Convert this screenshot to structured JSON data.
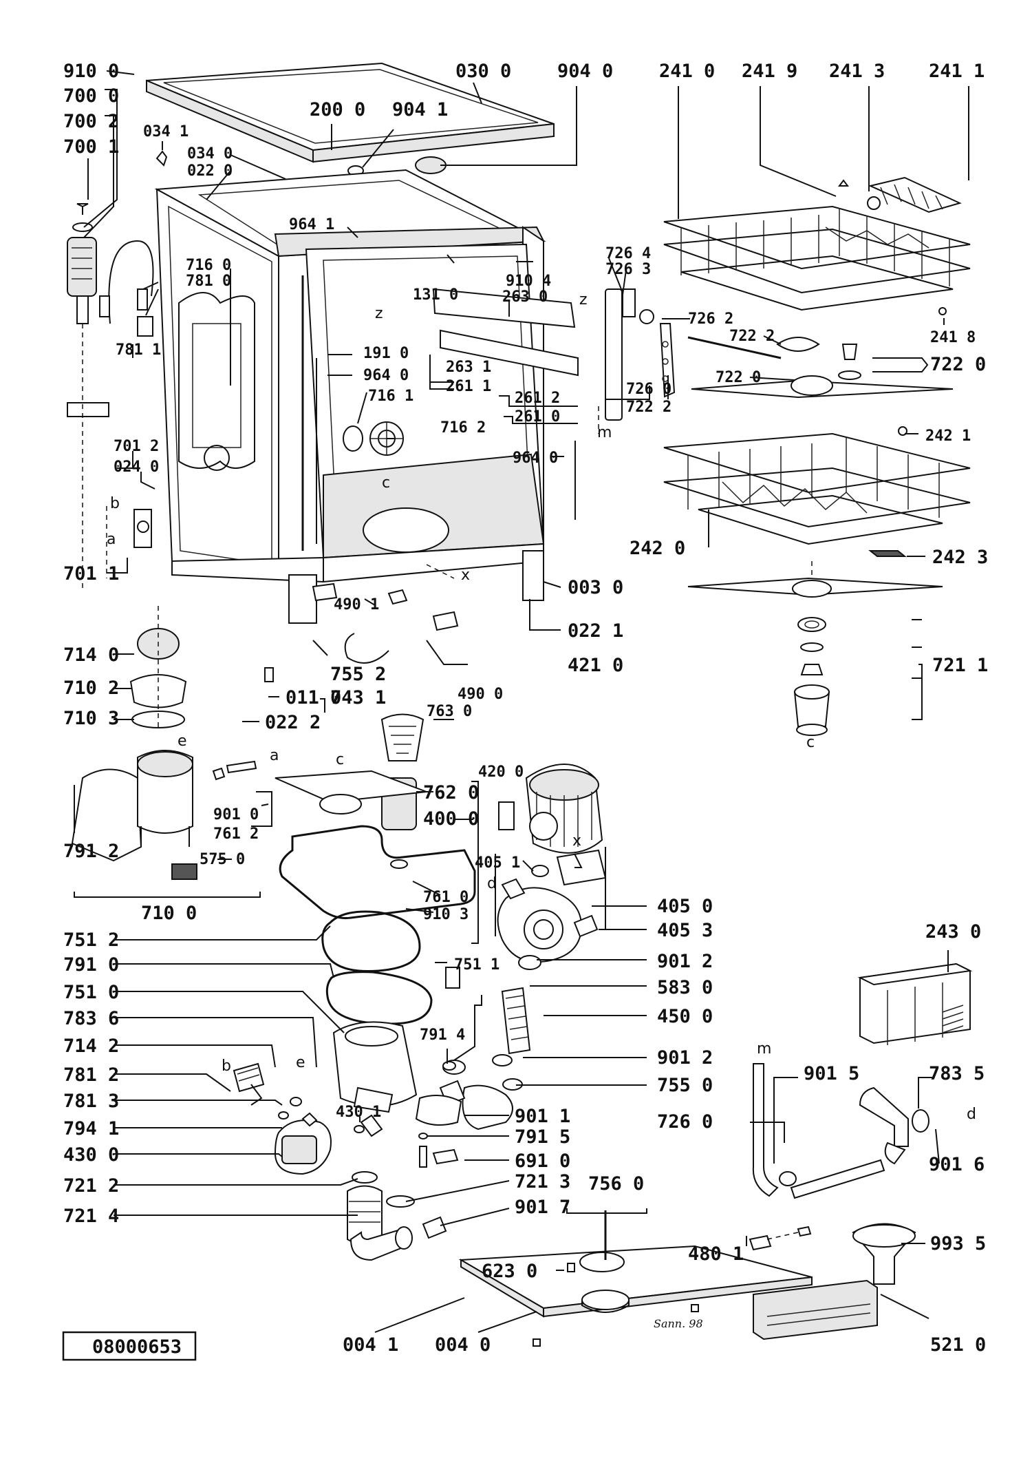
{
  "colors": {
    "ink": "#111111",
    "paper": "#ffffff",
    "shade": "#e6e6e6"
  },
  "reference_number": "08000653",
  "signature": "Sann. 98",
  "letters": [
    "a",
    "b",
    "c",
    "d",
    "e",
    "m",
    "x",
    "z"
  ],
  "labels": {
    "l910_0": "910 0",
    "l030_0": "030 0",
    "l904_0": "904 0",
    "l241_0": "241 0",
    "l241_9": "241 9",
    "l241_3": "241 3",
    "l241_1": "241 1",
    "l700_0": "700 0",
    "l700_2": "700 2",
    "l700_1": "700 1",
    "l200_0": "200 0",
    "l904_1": "904 1",
    "l034_1": "034 1",
    "l034_0": "034 0",
    "l022_0": "022 0",
    "l964_1": "964 1",
    "l726_4": "726 4",
    "l726_3": "726 3",
    "l716_0": "716 0",
    "l781_0": "781 0",
    "l910_4": "910 4",
    "l131_0": "131 0",
    "l263_0": "263 0",
    "l726_2": "726 2",
    "l722_2a": "722 2",
    "l241_8": "241 8",
    "l722_0a": "722 0",
    "l781_1": "781 1",
    "l191_0": "191 0",
    "l964_0a": "964 0",
    "l263_1": "263 1",
    "l261_1": "261 1",
    "l716_1": "716 1",
    "l261_2": "261 2",
    "l261_0": "261 0",
    "l726_0a": "726 0",
    "l722_2b": "722 2",
    "l722_0b": "722 0",
    "l716_2": "716 2",
    "l242_1": "242 1",
    "l701_2": "701 2",
    "l024_0": "024 0",
    "l964_0b": "964 0",
    "l701_1": "701 1",
    "l242_0": "242 0",
    "l242_3": "242 3",
    "l003_0": "003 0",
    "l022_1": "022 1",
    "l490_1": "490 1",
    "l714_0": "714 0",
    "l755_2": "755 2",
    "l421_0": "421 0",
    "l710_2": "710 2",
    "l011_0": "011 0",
    "l743_1": "743 1",
    "l721_1": "721 1",
    "l490_0": "490 0",
    "l763_0": "763 0",
    "l710_3": "710 3",
    "l022_2": "022 2",
    "l420_0": "420 0",
    "l762_0": "762 0",
    "l400_0": "400 0",
    "l901_0": "901 0",
    "l761_2": "761 2",
    "l791_2": "791 2",
    "l575_0": "575 0",
    "l405_1": "405 1",
    "l761_0": "761 0",
    "l910_3": "910 3",
    "l405_0": "405 0",
    "l710_0": "710 0",
    "l405_3": "405 3",
    "l243_0": "243 0",
    "l751_2": "751 2",
    "l901_2a": "901 2",
    "l791_0": "791 0",
    "l751_1": "751 1",
    "l583_0": "583 0",
    "l751_0": "751 0",
    "l450_0": "450 0",
    "l783_6": "783 6",
    "l791_4": "791 4",
    "l714_2": "714 2",
    "l901_2b": "901 2",
    "l781_2": "781 2",
    "l901_5": "901 5",
    "l783_5": "783 5",
    "l755_0": "755 0",
    "l781_3": "781 3",
    "l901_1": "901 1",
    "l726_0b": "726 0",
    "l794_1": "794 1",
    "l430_1": "430 1",
    "l791_5": "791 5",
    "l901_6": "901 6",
    "l430_0": "430 0",
    "l691_0": "691 0",
    "l721_2": "721 2",
    "l721_3": "721 3",
    "l756_0": "756 0",
    "l721_4": "721 4",
    "l901_7": "901 7",
    "l480_1": "480 1",
    "l993_5": "993 5",
    "l623_0": "623 0",
    "l004_1": "004 1",
    "l004_0": "004 0",
    "l521_0": "521 0"
  }
}
